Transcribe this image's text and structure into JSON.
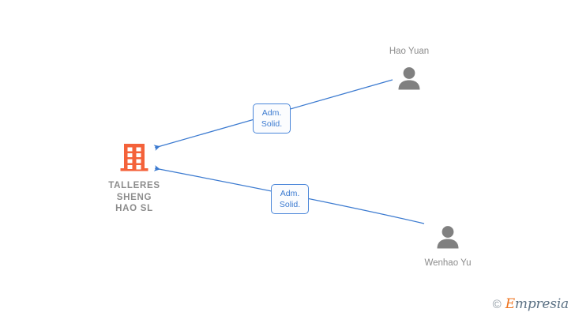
{
  "graph": {
    "background_color": "#ffffff",
    "company": {
      "name": "TALLERES\nSHENG\nHAO  SL",
      "icon": "building-icon",
      "icon_color": "#F4623A",
      "label_color": "#8c8c8c"
    },
    "persons": [
      {
        "name": "Hao Yuan",
        "icon": "person-icon",
        "icon_color": "#808080",
        "label_position": "above"
      },
      {
        "name": "Wenhao Yu",
        "icon": "person-icon",
        "icon_color": "#808080",
        "label_position": "below"
      }
    ],
    "edges": [
      {
        "from": "Hao Yuan",
        "to": "TALLERES SHENG HAO SL",
        "role_line1": "Adm.",
        "role_line2": "Solid.",
        "color": "#3b7ad0"
      },
      {
        "from": "Wenhao Yu",
        "to": "TALLERES SHENG HAO SL",
        "role_line1": "Adm.",
        "role_line2": "Solid.",
        "color": "#3b7ad0"
      }
    ]
  },
  "watermark": {
    "copyright": "©",
    "brand_initial": "E",
    "brand_rest": "mpresia",
    "initial_color": "#ef7622",
    "text_color": "#5b7184"
  }
}
